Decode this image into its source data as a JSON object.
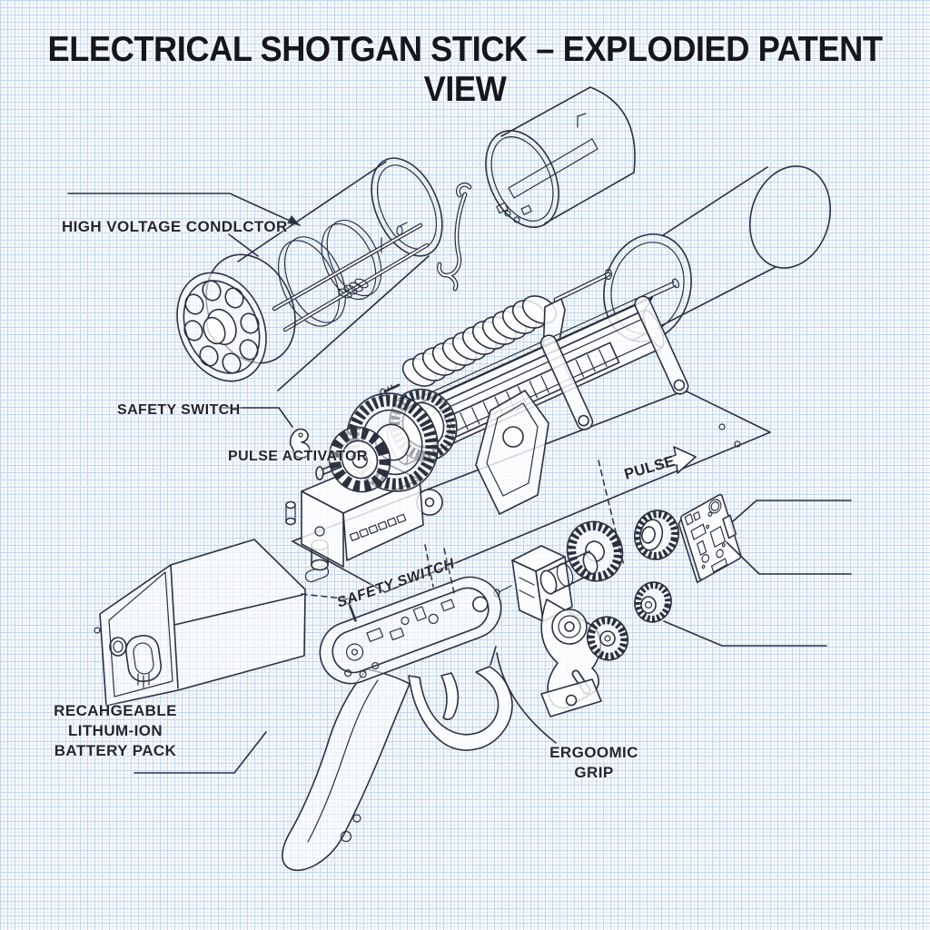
{
  "title": "ELECTRICAL SHOTGAN STICK – EXPLODIED PATENT VIEW",
  "labels": {
    "high_voltage_conductor": "HIGH VOLTAGE CONDLCTOR",
    "safety_switch_upper": "SAFETY SWITCH",
    "pulse_activator": "PULSE ACTIVATOR",
    "pulse": "PULSE",
    "safety_switch_lower": "SAFETY SWITCH",
    "battery_line1": "RECAHGEABLE",
    "battery_line2": "LITHUM-ION",
    "battery_line3": "BATTERY PACK",
    "grip_line1": "ERGOOMIC",
    "grip_line2": "GRIP"
  },
  "colors": {
    "paper": "#f8fbfe",
    "grid_major": "#c3d5ec",
    "grid_minor": "#e3ecf7",
    "ink": "#2c3140",
    "label_text": "#23262e",
    "title_text": "#15171c"
  }
}
